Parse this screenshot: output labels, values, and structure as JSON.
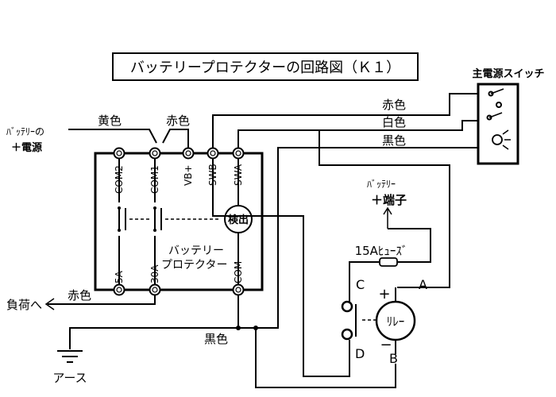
{
  "title": "バッテリープロテクターの回路図（Ｋ１）",
  "main_switch_label": "主電源スイッチ",
  "battery_plus_label_line1": "ﾊﾞｯﾃﾘｰの",
  "battery_plus_label_line2": "＋電源",
  "wire_yellow": "黄色",
  "wire_red_top": "赤色",
  "wire_red_right": "赤色",
  "wire_white": "白色",
  "wire_black_right": "黒色",
  "battery_terminal_line1": "ﾊﾞｯﾃﾘｰ",
  "battery_terminal_line2": "＋端子",
  "fuse_label": "15Aﾋｭｰｽﾞ",
  "terminals_top": [
    "COM2",
    "COM1",
    "VB+",
    "SWB",
    "SWA"
  ],
  "terminals_bottom": [
    "5A",
    "30A",
    "COM"
  ],
  "detector_label": "検出",
  "protector_label_line1": "バッテリー",
  "protector_label_line2": "プロテクター",
  "load_label": "負荷へ",
  "wire_red_load": "赤色",
  "wire_black_bottom": "黒色",
  "ground_label": "アース",
  "relay_label": "ﾘﾚｰ",
  "relay_plus": "+",
  "relay_minus": "−",
  "point_a": "A",
  "point_b": "B",
  "point_c": "C",
  "point_d": "D"
}
